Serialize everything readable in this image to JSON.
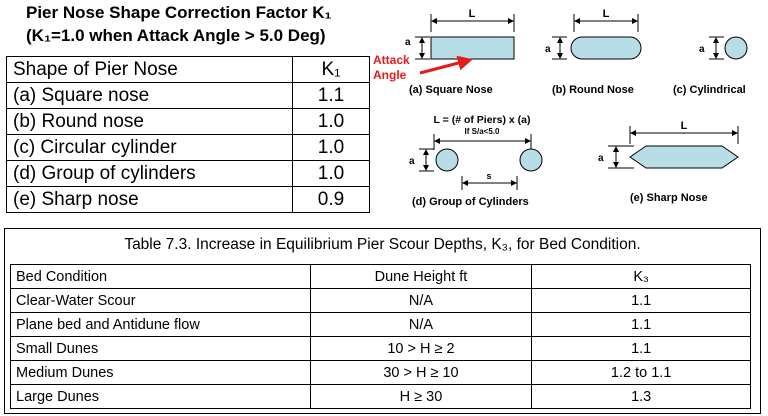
{
  "header": {
    "title_line1": "Pier Nose Shape Correction Factor K₁",
    "title_line2": "(K₁=1.0 when Attack Angle > 5.0 Deg)"
  },
  "k1_table": {
    "headers": [
      "Shape of Pier Nose",
      "K₁"
    ],
    "rows": [
      [
        "(a) Square nose",
        "1.1"
      ],
      [
        "(b) Round nose",
        "1.0"
      ],
      [
        "(c) Circular cylinder",
        "1.0"
      ],
      [
        "(d) Group of cylinders",
        "1.0"
      ],
      [
        "(e) Sharp nose",
        "0.9"
      ]
    ]
  },
  "diagram": {
    "label_L": "L",
    "label_a": "a",
    "label_s": "s",
    "attack_angle_line1": "Attack",
    "attack_angle_line2": "Angle",
    "caption_a": "(a) Square Nose",
    "caption_b": "(b) Round Nose",
    "caption_c": "(c) Cylindrical",
    "caption_d": "(d) Group of Cylinders",
    "caption_e": "(e) Sharp Nose",
    "group_formula": "L = (# of Piers) x (a)",
    "group_condition": "If S/a<5.0",
    "accent_color": "#e31b1b",
    "fill_color": "#b9dde6"
  },
  "k3_table": {
    "title": "Table 7.3.  Increase in Equilibrium Pier Scour Depths, K₃, for Bed Condition.",
    "headers": [
      "Bed Condition",
      "Dune Height ft",
      "K₃"
    ],
    "rows": [
      [
        "Clear-Water Scour",
        "N/A",
        "1.1"
      ],
      [
        "Plane bed and Antidune flow",
        "N/A",
        "1.1"
      ],
      [
        "Small Dunes",
        "10 > H ≥ 2",
        "1.1"
      ],
      [
        "Medium Dunes",
        "30 > H ≥ 10",
        "1.2 to 1.1"
      ],
      [
        "Large Dunes",
        "H ≥ 30",
        "1.3"
      ]
    ]
  }
}
